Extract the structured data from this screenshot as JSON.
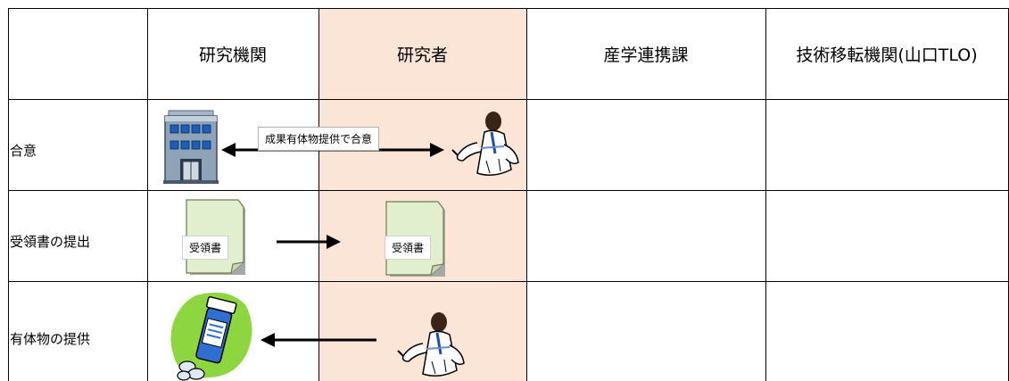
{
  "headers": [
    "",
    "研究機関",
    "研究者",
    "産学連携課",
    "技術移転機関(山口TLO)"
  ],
  "rows": [
    {
      "label": "合意",
      "arrow_caption": "成果有体物提供で合意"
    },
    {
      "label": "受領書の提出",
      "doc_left": "受領書",
      "doc_right": "受領書"
    },
    {
      "label": "有体物の提供"
    }
  ],
  "colors": {
    "highlight_column": "#fbe5d6",
    "document_fill": "#e2efcf",
    "grid": "#000000"
  },
  "icons": [
    "building-icon",
    "researcher-icon",
    "document-icon",
    "medicine-bottle-icon"
  ]
}
